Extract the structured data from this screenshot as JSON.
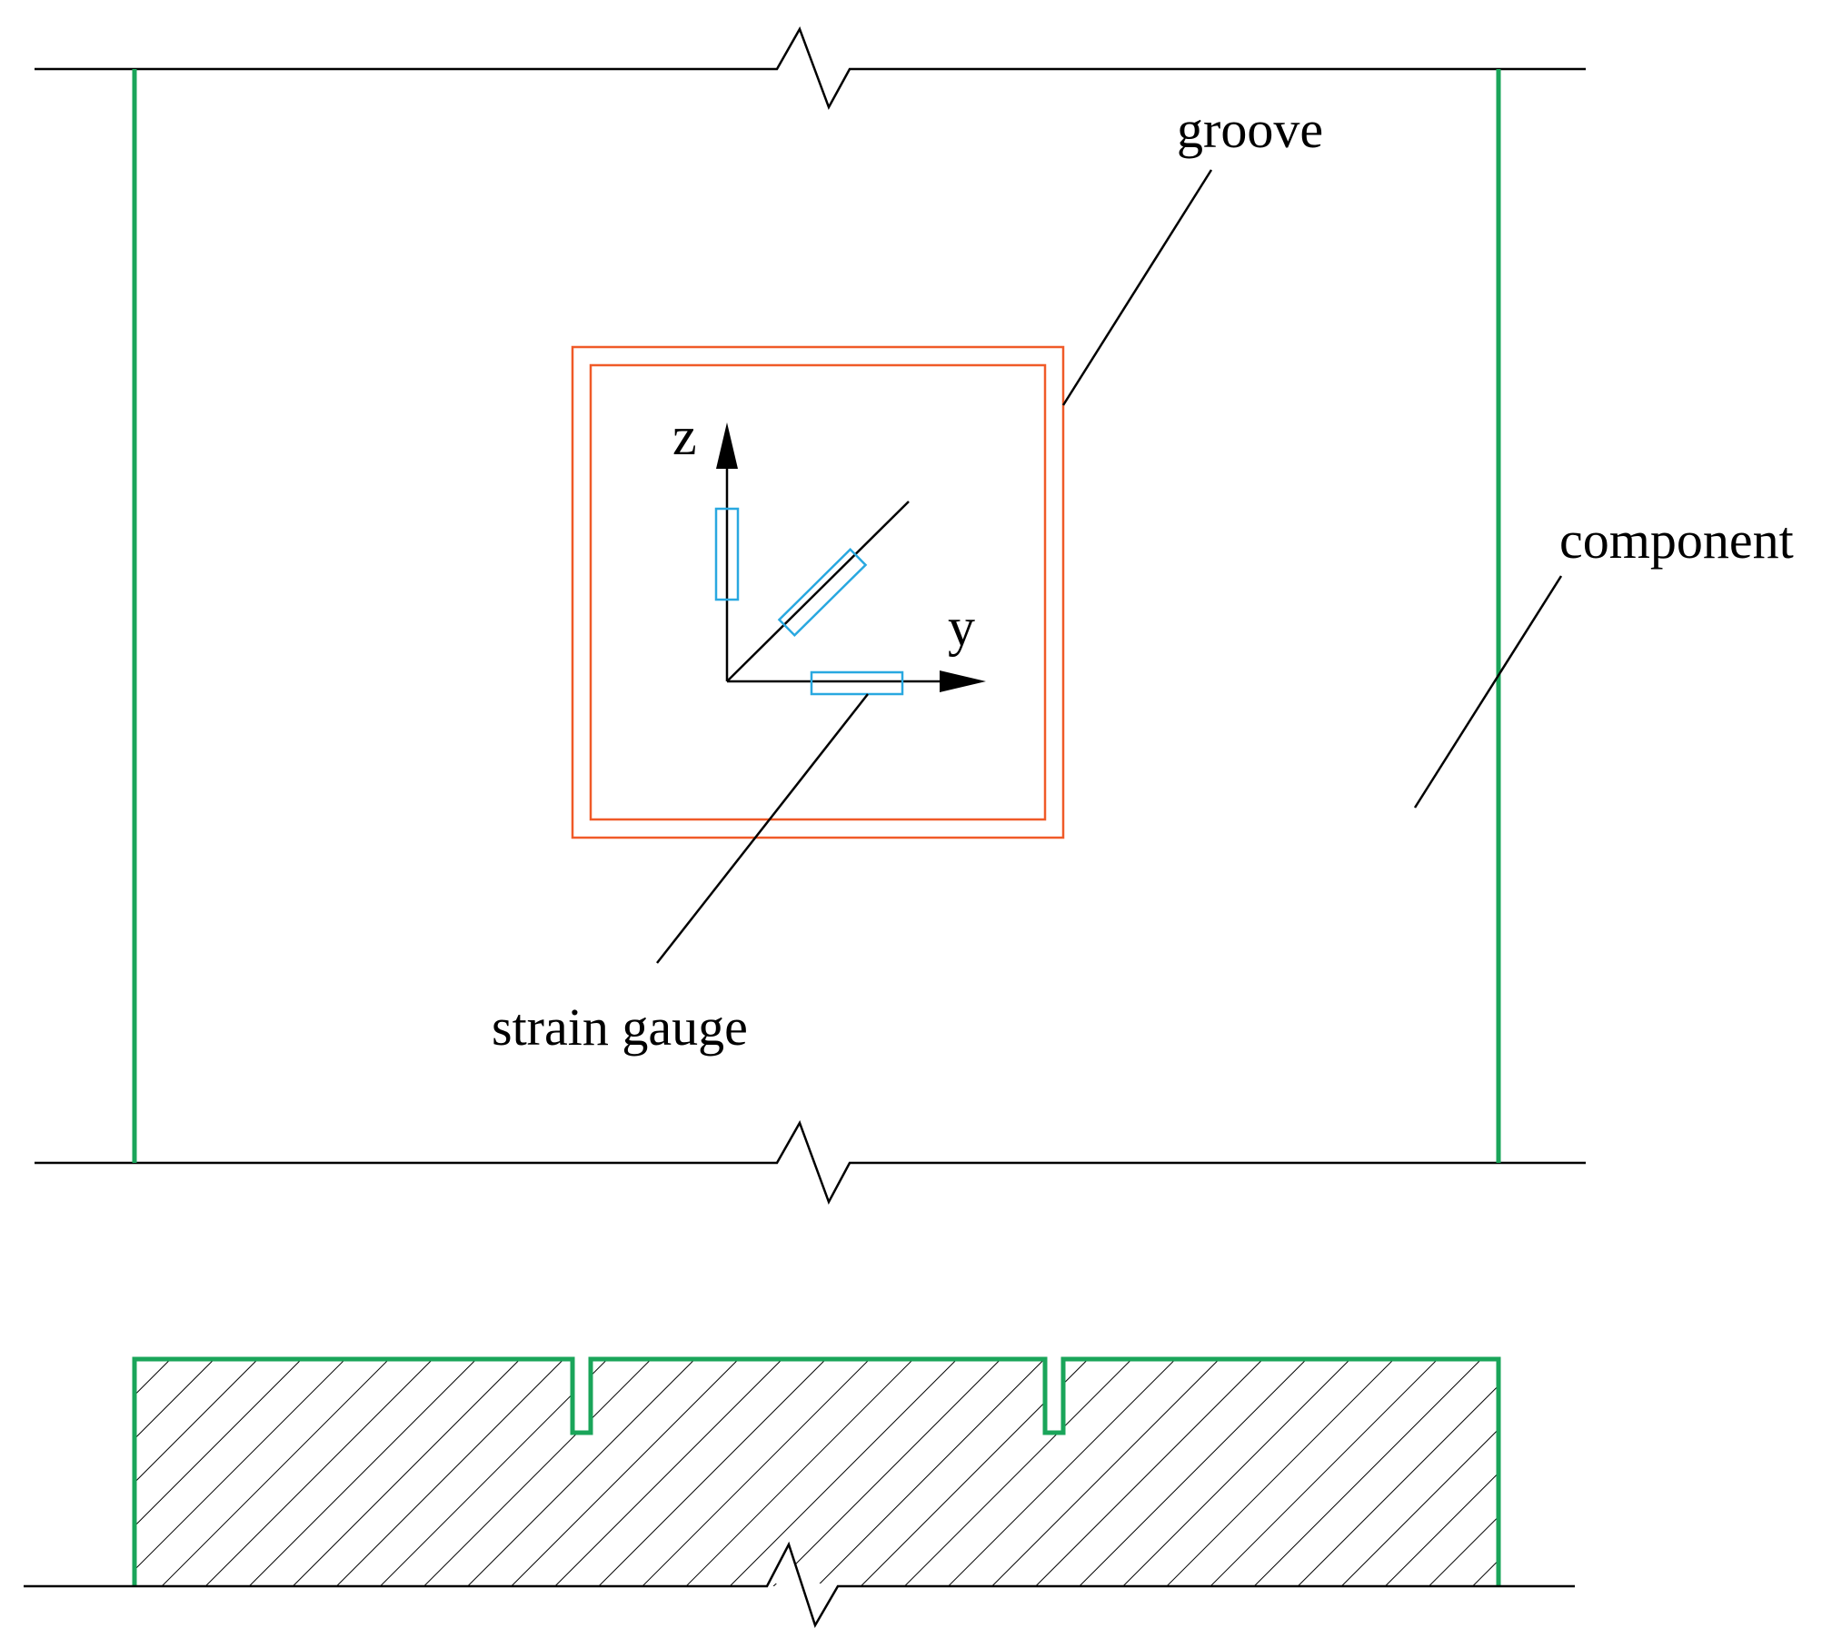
{
  "labels": {
    "groove": "groove",
    "component": "component",
    "strain_gauge": "strain gauge",
    "axis_z": "z",
    "axis_y": "y"
  },
  "colors": {
    "component_edge": "#1aa55a",
    "groove": "#f05a28",
    "strain_gauge": "#29a8e0",
    "lines": "#000000"
  }
}
